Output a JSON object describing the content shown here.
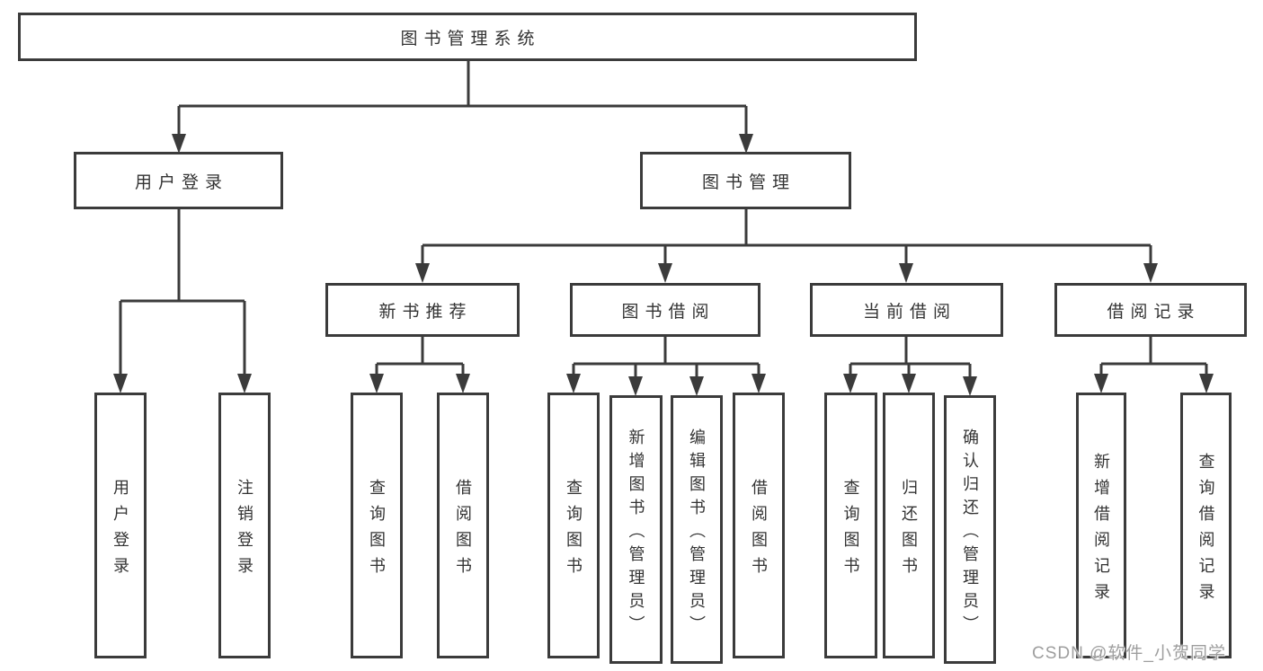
{
  "colors": {
    "box_border": "#3b3b3b",
    "connector_line": "#3b3b3b",
    "text": "#333333",
    "watermark": "#9e9e9e",
    "background": "#ffffff"
  },
  "watermark": {
    "text": "CSDN @软件_小贺同学"
  },
  "tree": {
    "root": {
      "label": "图书管理系统"
    },
    "level2": [
      {
        "label": "用户登录"
      },
      {
        "label": "图书管理"
      }
    ],
    "level3": [
      {
        "label": "新书推荐",
        "parent": "图书管理"
      },
      {
        "label": "图书借阅",
        "parent": "图书管理"
      },
      {
        "label": "当前借阅",
        "parent": "图书管理"
      },
      {
        "label": "借阅记录",
        "parent": "图书管理"
      }
    ],
    "leaves": [
      {
        "label": "用户登录",
        "parent": "用户登录"
      },
      {
        "label": "注销登录",
        "parent": "用户登录"
      },
      {
        "label": "查询图书",
        "parent": "新书推荐"
      },
      {
        "label": "借阅图书",
        "parent": "新书推荐"
      },
      {
        "label": "查询图书",
        "parent": "图书借阅"
      },
      {
        "label": "新增图书（管理员）",
        "parent": "图书借阅"
      },
      {
        "label": "编辑图书（管理员）",
        "parent": "图书借阅"
      },
      {
        "label": "借阅图书",
        "parent": "图书借阅"
      },
      {
        "label": "查询图书",
        "parent": "当前借阅"
      },
      {
        "label": "归还图书",
        "parent": "当前借阅"
      },
      {
        "label": "确认归还（管理员）",
        "parent": "当前借阅"
      },
      {
        "label": "新增借阅记录",
        "parent": "借阅记录"
      },
      {
        "label": "查询借阅记录",
        "parent": "借阅记录"
      }
    ]
  }
}
